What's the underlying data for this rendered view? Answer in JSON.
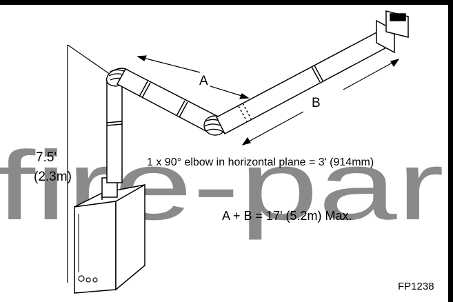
{
  "labels": {
    "A": "A",
    "B": "B",
    "height_ft": "7.5'",
    "height_m": "(2.3m)",
    "elbow_note": "1 x 90° elbow in horizontal plane = 3' (914mm)",
    "max_note": "A + B = 17' (5.2m) Max.",
    "figure_id": "FP1238"
  },
  "watermark": "fire-par",
  "colors": {
    "line": "#000000",
    "watermark": "#8a8a8a",
    "background": "#ffffff"
  }
}
